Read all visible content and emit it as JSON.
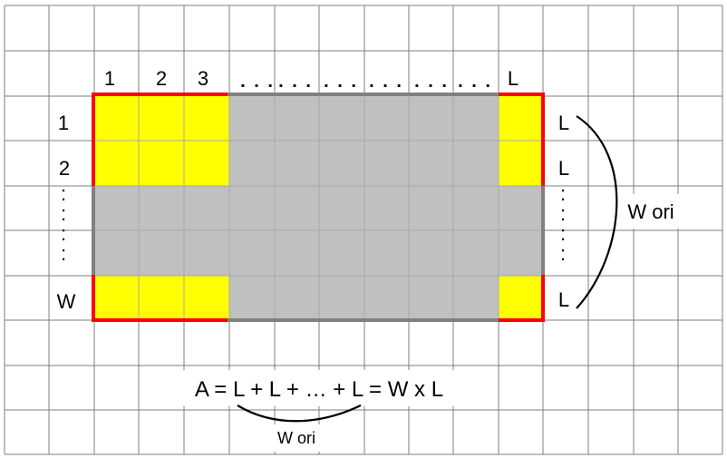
{
  "top_labels": [
    "1",
    "2",
    "3",
    ". . .",
    ". . .",
    ". . .",
    ". . .",
    ". . .",
    ". . .",
    "L"
  ],
  "left_labels": [
    "1",
    "2",
    "W"
  ],
  "left_vdots": [
    ":",
    ":",
    ":",
    ":",
    ":"
  ],
  "right_labels": [
    "L",
    "L",
    "L"
  ],
  "right_vdots": [
    ":",
    ":",
    ":",
    ":",
    ":"
  ],
  "brace_label": "W ori",
  "formula": "A = L + L + … + L = W x L",
  "formula_brace_label": "W ori",
  "grid_rows": [
    [
      "yellow",
      "yellow",
      "yellow",
      "gray",
      "gray",
      "gray",
      "gray",
      "gray",
      "gray",
      "yellow"
    ],
    [
      "yellow",
      "yellow",
      "yellow",
      "gray",
      "gray",
      "gray",
      "gray",
      "gray",
      "gray",
      "yellow"
    ],
    [
      "gray",
      "gray",
      "gray",
      "gray",
      "gray",
      "gray",
      "gray",
      "gray",
      "gray",
      "gray"
    ],
    [
      "gray",
      "gray",
      "gray",
      "gray",
      "gray",
      "gray",
      "gray",
      "gray",
      "gray",
      "gray"
    ],
    [
      "yellow",
      "yellow",
      "yellow",
      "gray",
      "gray",
      "gray",
      "gray",
      "gray",
      "gray",
      "yellow"
    ]
  ],
  "colors": {
    "yellow": "#ffff00",
    "gray": "#c0c0c0",
    "red": "#ff0000",
    "dark_gray": "#808080",
    "grid_line": "#7f7f7f"
  }
}
